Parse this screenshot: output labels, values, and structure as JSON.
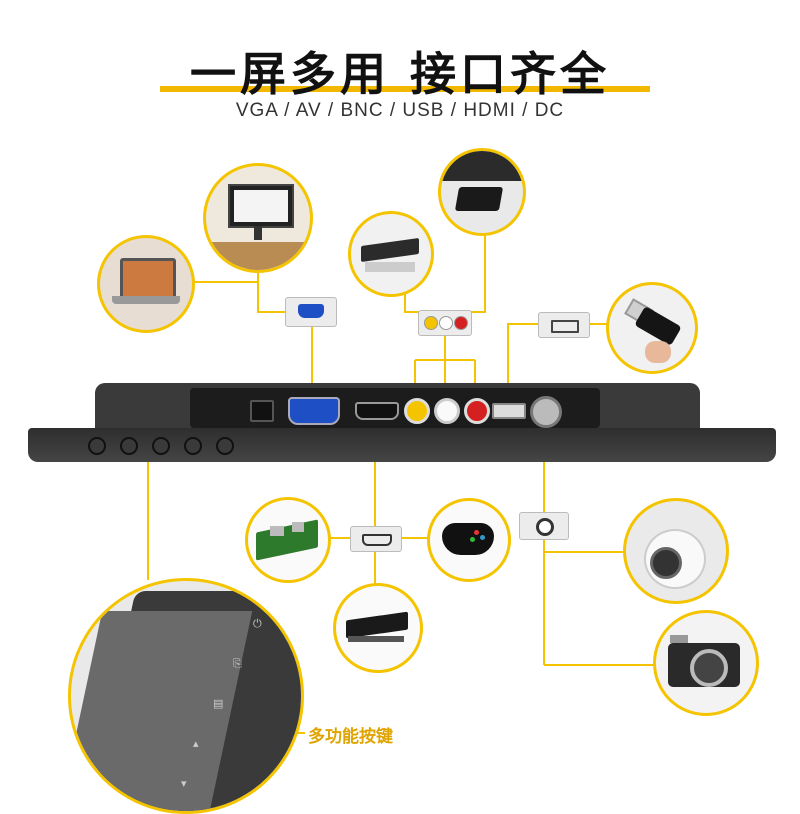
{
  "header": {
    "title": "一屏多用 接口齐全",
    "subtitle": "VGA / AV / BNC / USB / HDMI / DC"
  },
  "callouts": {
    "keys_label": "多功能按键"
  },
  "colors": {
    "accent": "#f5c400",
    "title_bar": "#f2b800",
    "bezel": "#2b2b2b",
    "vga_port": "#1f4fc4"
  },
  "icons": [
    "desktop-pc-icon",
    "laptop-icon",
    "dvd-player-icon",
    "tv-box-icon",
    "usb-stick-icon",
    "raspberry-pi-icon",
    "game-controller-icon",
    "set-top-box-icon",
    "security-camera-icon",
    "camera-icon"
  ]
}
